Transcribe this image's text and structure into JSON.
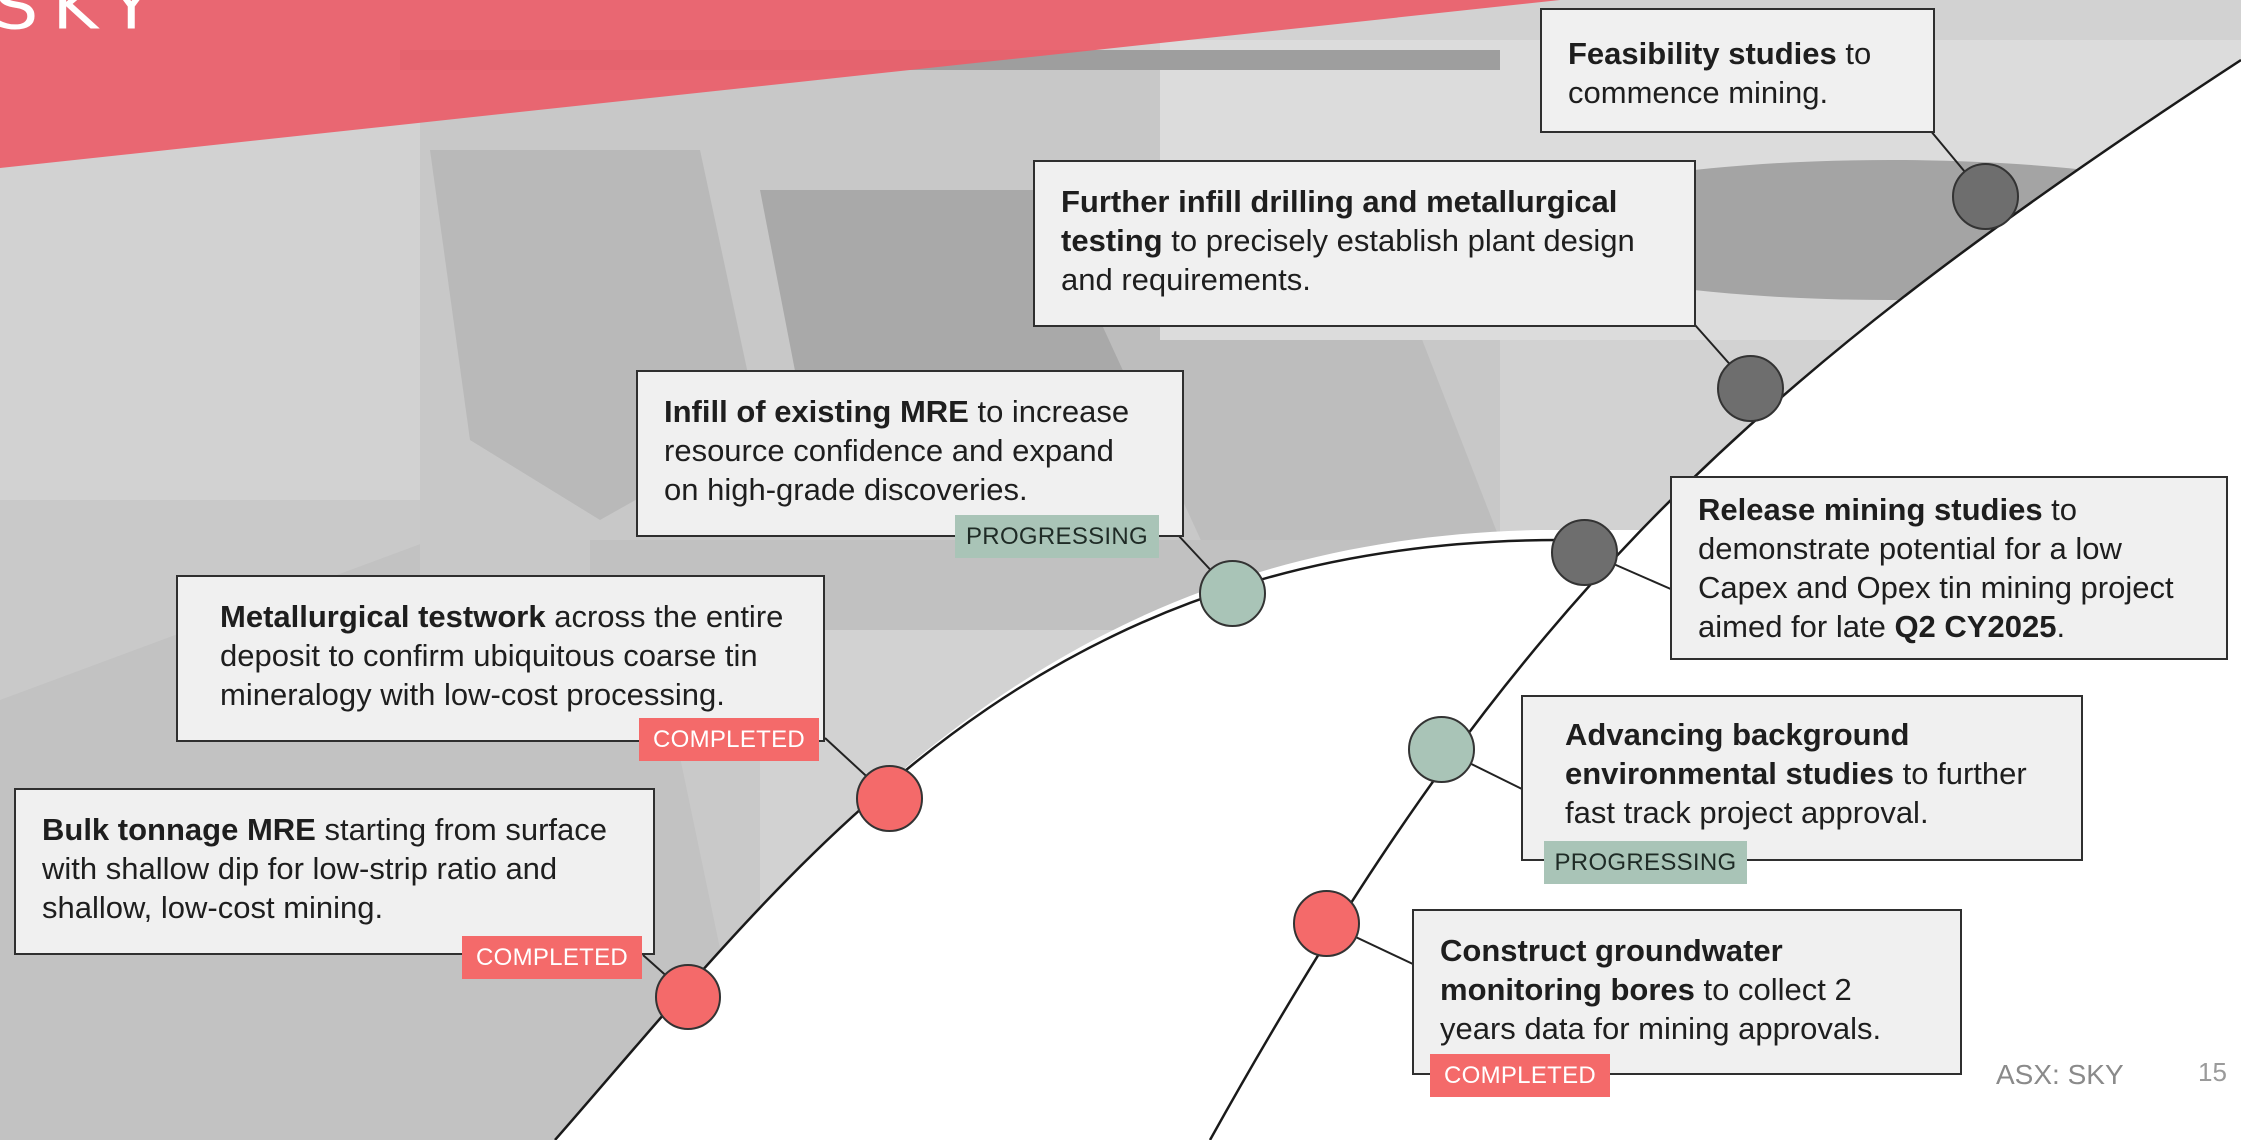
{
  "logo_text": "SKY",
  "colors": {
    "completed": "#f46a6a",
    "progressing": "#a9c4b7",
    "future": "#6e6e6e",
    "banner": "#eb5f6a"
  },
  "steps": {
    "bulk_tonnage": {
      "bold": "Bulk tonnage MRE",
      "rest": " starting from surface with shallow dip for low-strip ratio and shallow, low-cost mining.",
      "status": "COMPLETED"
    },
    "metallurgical": {
      "bold": "Metallurgical testwork",
      "rest": " across the entire deposit to confirm ubiquitous coarse tin mineralogy with low-cost processing.",
      "status": "COMPLETED"
    },
    "infill_mre": {
      "bold": "Infill of existing MRE",
      "rest": " to increase resource confidence and expand on high-grade discoveries.",
      "status": "PROGRESSING"
    },
    "further_infill": {
      "bold": "Further infill drilling and metallurgical testing",
      "rest": " to precisely establish plant design and requirements."
    },
    "feasibility": {
      "bold": "Feasibility studies",
      "rest": " to commence mining."
    },
    "release_mining": {
      "bold": "Release mining studies",
      "rest": " to demonstrate potential for a low Capex and Opex tin mining project aimed for late ",
      "bold2": "Q2 CY2025",
      "rest2": "."
    },
    "environmental": {
      "bold": "Advancing background environmental studies",
      "rest": " to further fast track project approval.",
      "status": "PROGRESSING"
    },
    "groundwater": {
      "bold": "Construct groundwater monitoring bores",
      "rest": " to collect 2 years data for mining approvals.",
      "status": "COMPLETED"
    }
  },
  "footer": {
    "ticker": "ASX: SKY",
    "page": "15"
  }
}
